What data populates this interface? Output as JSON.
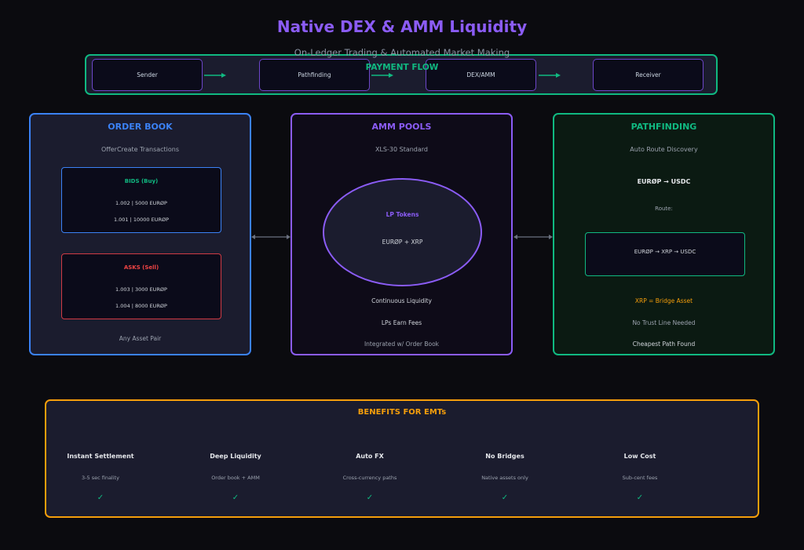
{
  "header": {
    "title": "Native DEX & AMM Liquidity",
    "subtitle": "On-Ledger Trading & Automated Market Making"
  },
  "payment_flow": {
    "label": "PAYMENT FLOW",
    "nodes": [
      "Sender",
      "Pathfinding",
      "DEX/AMM",
      "Receiver"
    ]
  },
  "order_book": {
    "title": "ORDER BOOK",
    "subtitle": "OfferCreate Transactions",
    "bids": {
      "label": "BIDS (Buy)",
      "rows": [
        "1.002 | 5000 EURØP",
        "1.001 | 10000 EURØP"
      ]
    },
    "asks": {
      "label": "ASKS (Sell)",
      "rows": [
        "1.003 | 3000 EURØP",
        "1.004 | 8000 EURØP"
      ]
    },
    "footer": "Any Asset Pair"
  },
  "amm_pools": {
    "title": "AMM POOLS",
    "subtitle": "XLS-30 Standard",
    "pool_label": "LP Tokens",
    "pool_pair": "EURØP + XRP",
    "lines": [
      "Continuous Liquidity",
      "LPs Earn Fees",
      "Integrated w/ Order Book"
    ]
  },
  "pathfinding": {
    "title": "PATHFINDING",
    "subtitle": "Auto Route Discovery",
    "pair": "EURØP → USDC",
    "route_label": "Route:",
    "route": "EURØP → XRP → USDC",
    "lines": [
      "XRP = Bridge Asset",
      "No Trust Line Needed",
      "Cheapest Path Found"
    ]
  },
  "benefits": {
    "title": "BENEFITS FOR EMTs",
    "check": "✓",
    "items": [
      {
        "title": "Instant Settlement",
        "sub": "3-5 sec finality"
      },
      {
        "title": "Deep Liquidity",
        "sub": "Order book + AMM"
      },
      {
        "title": "Auto FX",
        "sub": "Cross-currency paths"
      },
      {
        "title": "No Bridges",
        "sub": "Native assets only"
      },
      {
        "title": "Low Cost",
        "sub": "Sub-cent fees"
      }
    ]
  },
  "colors": {
    "purple": "#8b5cf6",
    "teal": "#10b981",
    "blue": "#3b82f6",
    "red": "#ef4444",
    "orange": "#f59e0b"
  }
}
